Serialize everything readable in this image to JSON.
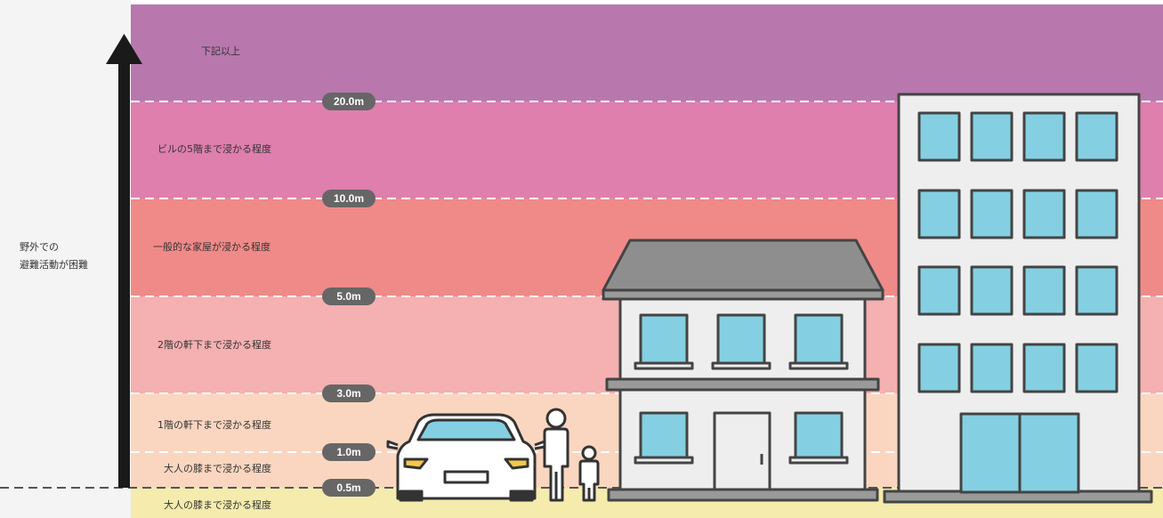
{
  "side_note": [
    "野外での",
    "避難活動が困難"
  ],
  "bands": [
    {
      "label": "下記以上",
      "color": "#b878ae"
    },
    {
      "label": "ビルの5階まで浸かる程度",
      "color": "#de7fae"
    },
    {
      "label": "一般的な家屋が浸かる程度",
      "color": "#f08a88"
    },
    {
      "label": "2階の軒下まで浸かる程度",
      "color": "#f5b0b1"
    },
    {
      "label": "1階の軒下まで浸かる程度",
      "color": "#fad6c0"
    },
    {
      "label": "大人の膝まで浸かる程度",
      "color": "#fad6c0"
    },
    {
      "label": "大人の膝まで浸かる程度",
      "color": "#f4ebad"
    }
  ],
  "depth_markers": [
    "20.0m",
    "10.0m",
    "5.0m",
    "3.0m",
    "1.0m",
    "0.5m"
  ],
  "colors": {
    "marker_pill": "#666666",
    "window": "#84d0e2",
    "arrow": "#1a1a1a"
  }
}
